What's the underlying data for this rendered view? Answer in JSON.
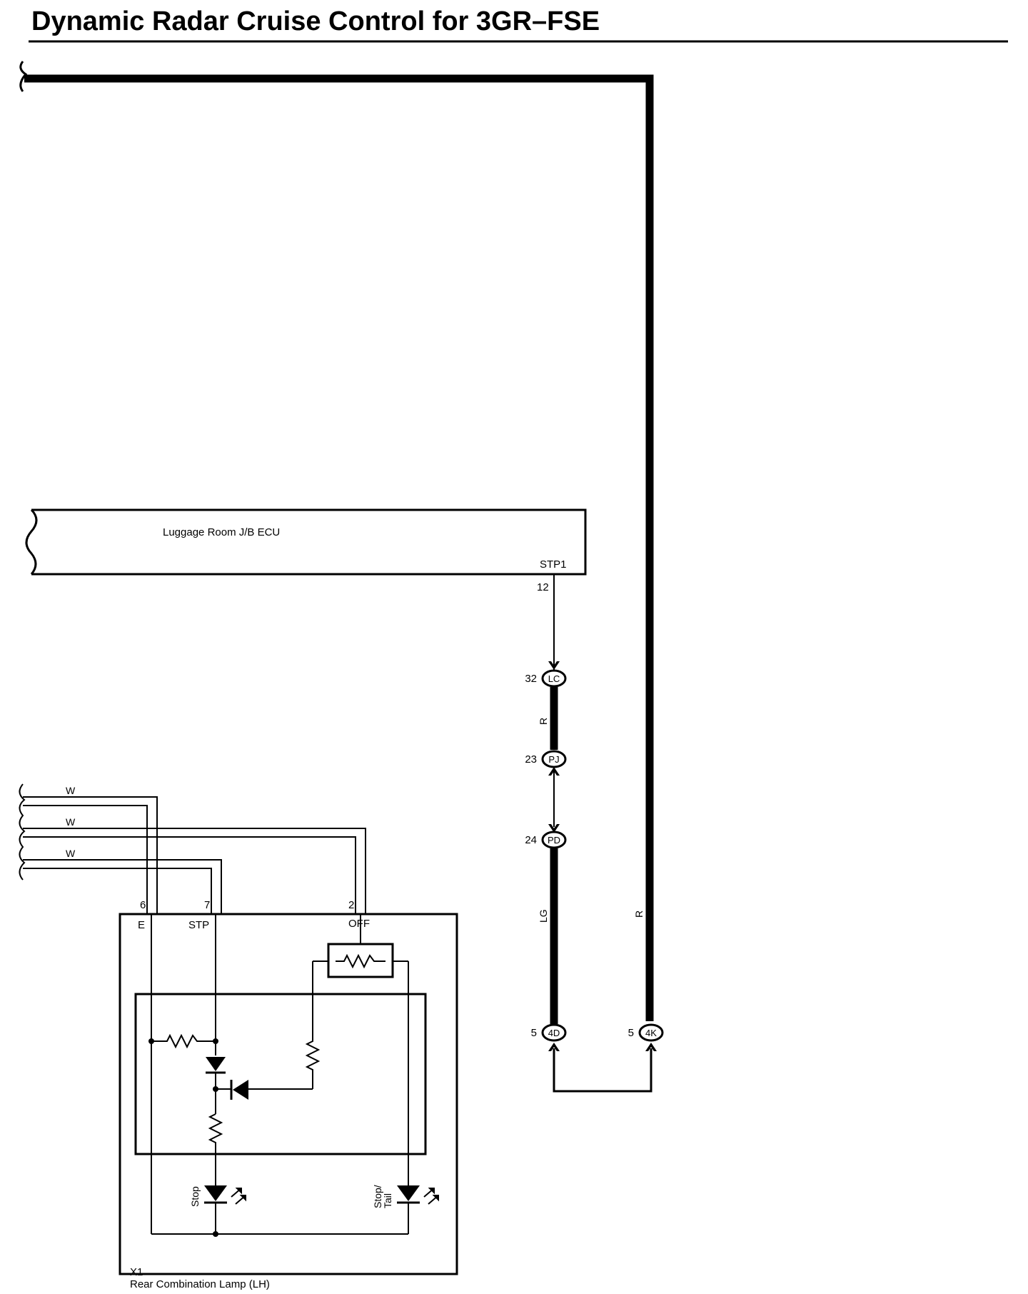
{
  "title": "Dynamic Radar Cruise Control for 3GR–FSE",
  "ecu": {
    "name": "Luggage Room J/B ECU",
    "terminal": "STP1",
    "pin": "12"
  },
  "connectors": {
    "lc": {
      "pin": "32",
      "code": "LC"
    },
    "pj": {
      "pin": "23",
      "code": "PJ"
    },
    "pd": {
      "pin": "24",
      "code": "PD"
    },
    "c4d": {
      "pin": "5",
      "code": "4D"
    },
    "c4k": {
      "pin": "5",
      "code": "4K"
    }
  },
  "wire_colors": {
    "lc_pj": "R",
    "pd_4d": "LG",
    "main": "R",
    "w1": "W",
    "w2": "W",
    "w3": "W"
  },
  "lamp": {
    "id": "X1",
    "name": "Rear Combination Lamp (LH)",
    "pins": {
      "e": "6",
      "stp": "7",
      "off": "2"
    },
    "terminals": {
      "e": "E",
      "stp": "STP",
      "off": "OFF"
    },
    "bulbs": {
      "stop": "Stop",
      "stop_tail_1": "Stop/",
      "stop_tail_2": "Tail"
    }
  },
  "colors": {
    "line": "#000000",
    "background": "#ffffff"
  }
}
